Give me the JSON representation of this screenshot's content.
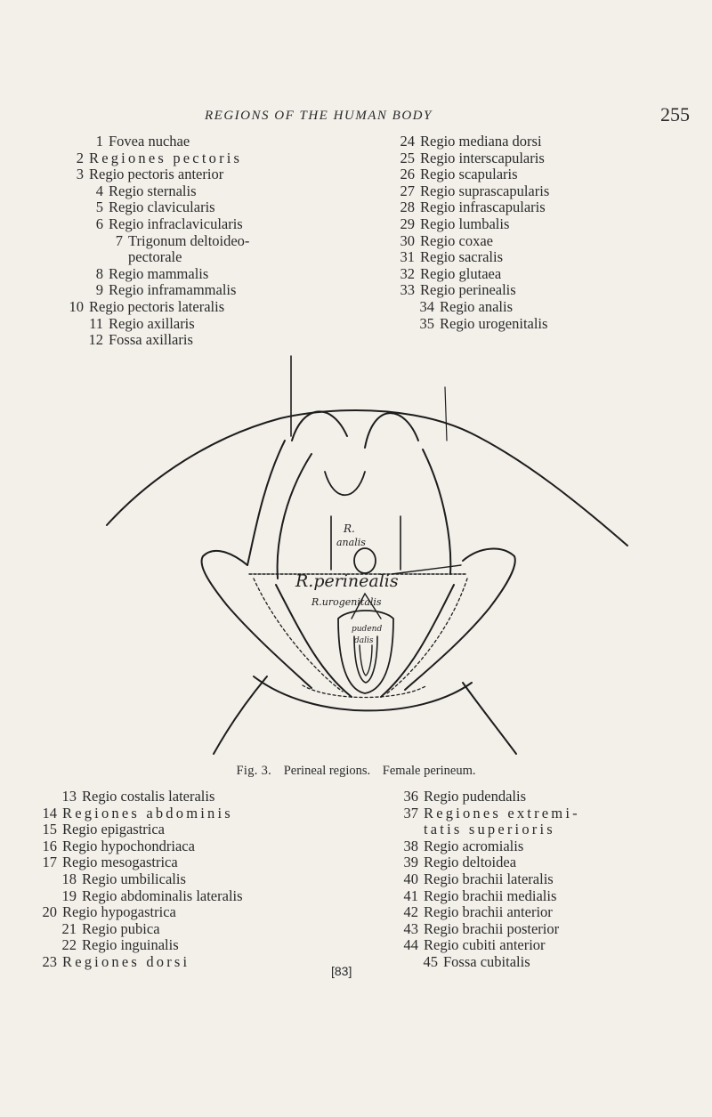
{
  "header": {
    "running_head": "REGIONS OF THE HUMAN BODY",
    "page_number": "255"
  },
  "top_left": [
    {
      "num": "1",
      "text": "Fovea nuchae",
      "indent": 1,
      "spaced": false
    },
    {
      "num": "2",
      "text": "Regiones pectoris",
      "indent": 0,
      "spaced": true
    },
    {
      "num": "3",
      "text": "Regio pectoris anterior",
      "indent": 0,
      "spaced": false
    },
    {
      "num": "4",
      "text": "Regio sternalis",
      "indent": 1,
      "spaced": false
    },
    {
      "num": "5",
      "text": "Regio clavicularis",
      "indent": 1,
      "spaced": false
    },
    {
      "num": "6",
      "text": "Regio infraclavicularis",
      "indent": 1,
      "spaced": false
    },
    {
      "num": "7",
      "text": "Trigonum deltoideo-",
      "indent": 2,
      "spaced": false
    },
    {
      "num": "",
      "text": "pectorale",
      "indent": 2,
      "spaced": false
    },
    {
      "num": "8",
      "text": "Regio mammalis",
      "indent": 1,
      "spaced": false
    },
    {
      "num": "9",
      "text": "Regio inframammalis",
      "indent": 1,
      "spaced": false
    },
    {
      "num": "10",
      "text": "Regio pectoris lateralis",
      "indent": 0,
      "spaced": false
    },
    {
      "num": "11",
      "text": "Regio axillaris",
      "indent": 1,
      "spaced": false
    },
    {
      "num": "12",
      "text": "Fossa axillaris",
      "indent": 1,
      "spaced": false
    }
  ],
  "top_right": [
    {
      "num": "24",
      "text": "Regio mediana dorsi",
      "indent": 0,
      "spaced": false
    },
    {
      "num": "25",
      "text": "Regio interscapularis",
      "indent": 0,
      "spaced": false
    },
    {
      "num": "26",
      "text": "Regio scapularis",
      "indent": 0,
      "spaced": false
    },
    {
      "num": "27",
      "text": "Regio suprascapularis",
      "indent": 0,
      "spaced": false
    },
    {
      "num": "28",
      "text": "Regio infrascapularis",
      "indent": 0,
      "spaced": false
    },
    {
      "num": "29",
      "text": "Regio lumbalis",
      "indent": 0,
      "spaced": false
    },
    {
      "num": "30",
      "text": "Regio coxae",
      "indent": 0,
      "spaced": false
    },
    {
      "num": "31",
      "text": "Regio sacralis",
      "indent": 0,
      "spaced": false
    },
    {
      "num": "32",
      "text": "Regio glutaea",
      "indent": 0,
      "spaced": false
    },
    {
      "num": "33",
      "text": "Regio perinealis",
      "indent": 0,
      "spaced": false
    },
    {
      "num": "34",
      "text": "Regio analis",
      "indent": 1,
      "spaced": false
    },
    {
      "num": "35",
      "text": "Regio urogenitalis",
      "indent": 1,
      "spaced": false
    }
  ],
  "figure": {
    "labels": {
      "r_analis_1": "R.",
      "r_analis_2": "analis",
      "r_perinealis": "R.perinealis",
      "r_urogenitalis": "R.urogenitalis",
      "r_pudendalis_1": "pudend",
      "r_pudendalis_2": "dalis"
    }
  },
  "caption": {
    "label": "Fig. 3.",
    "title": "Perineal regions.",
    "subtitle": "Female perineum."
  },
  "bottom_left": [
    {
      "num": "13",
      "text": "Regio costalis lateralis",
      "indent": 1,
      "spaced": false
    },
    {
      "num": "14",
      "text": "Regiones abdominis",
      "indent": 0,
      "spaced": true
    },
    {
      "num": "15",
      "text": "Regio epigastrica",
      "indent": 0,
      "spaced": false
    },
    {
      "num": "16",
      "text": "Regio hypochondriaca",
      "indent": 0,
      "spaced": false
    },
    {
      "num": "17",
      "text": "Regio mesogastrica",
      "indent": 0,
      "spaced": false
    },
    {
      "num": "18",
      "text": "Regio umbilicalis",
      "indent": 1,
      "spaced": false
    },
    {
      "num": "19",
      "text": "Regio abdominalis lateralis",
      "indent": 1,
      "spaced": false
    },
    {
      "num": "20",
      "text": "Regio hypogastrica",
      "indent": 0,
      "spaced": false
    },
    {
      "num": "21",
      "text": "Regio pubica",
      "indent": 1,
      "spaced": false
    },
    {
      "num": "22",
      "text": "Regio inguinalis",
      "indent": 1,
      "spaced": false
    },
    {
      "num": "23",
      "text": "Regiones dorsi",
      "indent": 0,
      "spaced": true
    }
  ],
  "bottom_right": [
    {
      "num": "36",
      "text": "Regio pudendalis",
      "indent": 0,
      "spaced": false
    },
    {
      "num": "37",
      "text": "Regiones extremi-",
      "indent": 0,
      "spaced": true
    },
    {
      "num": "",
      "text": "tatis superioris",
      "indent": 0,
      "spaced": true
    },
    {
      "num": "38",
      "text": "Regio acromialis",
      "indent": 0,
      "spaced": false
    },
    {
      "num": "39",
      "text": "Regio deltoidea",
      "indent": 0,
      "spaced": false
    },
    {
      "num": "40",
      "text": "Regio brachii lateralis",
      "indent": 0,
      "spaced": false
    },
    {
      "num": "41",
      "text": "Regio brachii medialis",
      "indent": 0,
      "spaced": false
    },
    {
      "num": "42",
      "text": "Regio brachii anterior",
      "indent": 0,
      "spaced": false
    },
    {
      "num": "43",
      "text": "Regio brachii posterior",
      "indent": 0,
      "spaced": false
    },
    {
      "num": "44",
      "text": "Regio cubiti anterior",
      "indent": 0,
      "spaced": false
    },
    {
      "num": "45",
      "text": "Fossa cubitalis",
      "indent": 1,
      "spaced": false
    }
  ],
  "plate": "[83]"
}
